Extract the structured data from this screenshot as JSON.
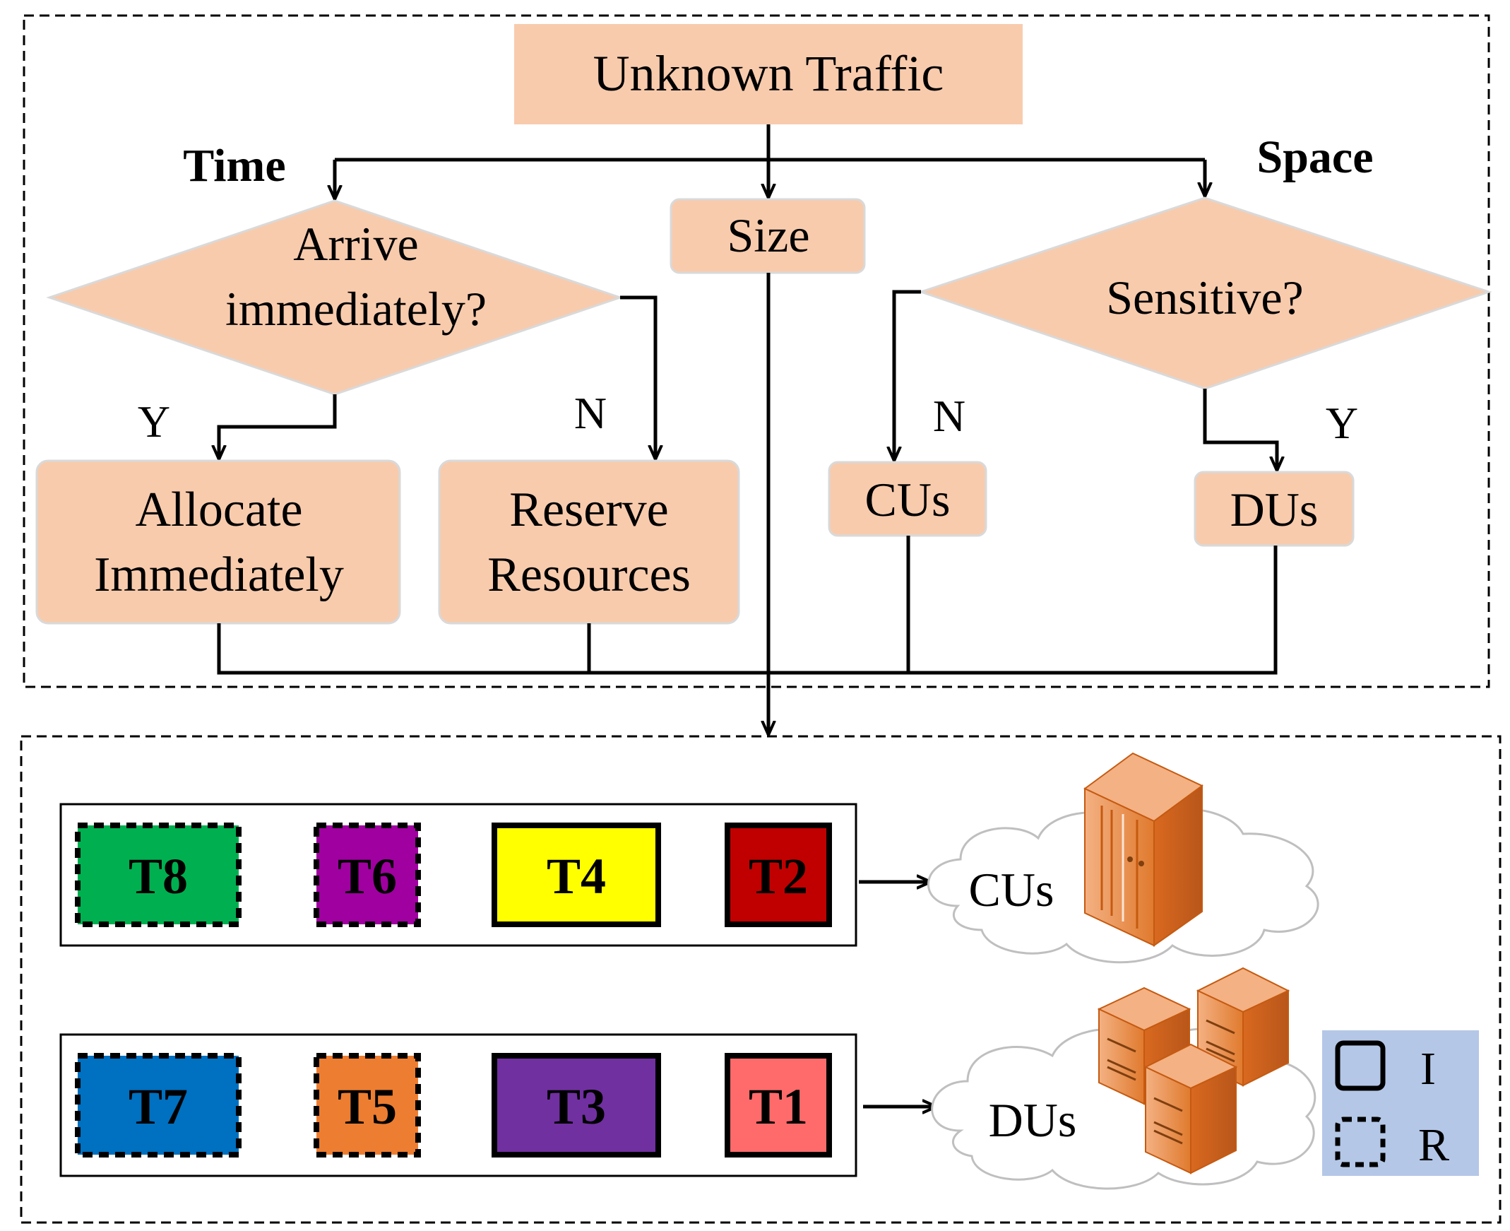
{
  "flow": {
    "root": "Unknown Traffic",
    "time_label": "Time",
    "space_label": "Space",
    "size_node": "Size",
    "arrive_line1": "Arrive",
    "arrive_line2": "immediately?",
    "sensitive": "Sensitive?",
    "allocate_line1": "Allocate",
    "allocate_line2": "Immediately",
    "reserve_line1": "Reserve",
    "reserve_line2": "Resources",
    "cus": "CUs",
    "dus": "DUs",
    "yes_left": "Y",
    "no_left": "N",
    "no_right": "N",
    "yes_right": "Y"
  },
  "queues": {
    "cu_row": [
      {
        "label": "T8",
        "color": "#00B050",
        "border": "dashed"
      },
      {
        "label": "T6",
        "color": "#A000A0",
        "border": "dashed"
      },
      {
        "label": "T4",
        "color": "#FFFF00",
        "border": "solid"
      },
      {
        "label": "T2",
        "color": "#C00000",
        "border": "solid"
      }
    ],
    "du_row": [
      {
        "label": "T7",
        "color": "#0070C0",
        "border": "dashed"
      },
      {
        "label": "T5",
        "color": "#ED7D31",
        "border": "dashed"
      },
      {
        "label": "T3",
        "color": "#7030A0",
        "border": "solid"
      },
      {
        "label": "T1",
        "color": "#FF6B6B",
        "border": "solid"
      }
    ],
    "cu_cloud_label": "CUs",
    "du_cloud_label": "DUs"
  },
  "legend": {
    "immediate": "I",
    "reserve": "R",
    "bg": "#B4C7E7"
  },
  "colors": {
    "node_fill": "#F8CBAD",
    "node_stroke": "#D9D9D9"
  }
}
